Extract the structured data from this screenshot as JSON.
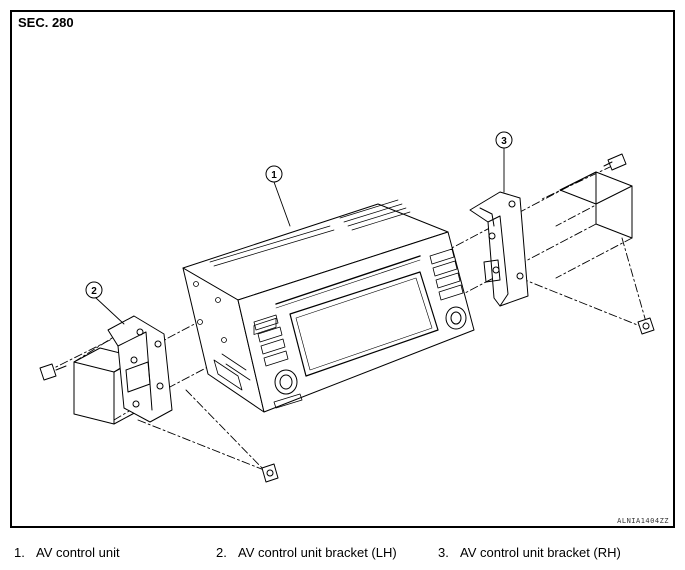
{
  "section": "SEC. 280",
  "drawing_code": "ALNIA1404ZZ",
  "callouts": [
    {
      "num": "1",
      "part": "av-control-unit"
    },
    {
      "num": "2",
      "part": "bracket-lh"
    },
    {
      "num": "3",
      "part": "bracket-rh"
    }
  ],
  "legend": [
    {
      "num": "1.",
      "label": "AV control unit"
    },
    {
      "num": "2.",
      "label": "AV control unit bracket (LH)"
    },
    {
      "num": "3.",
      "label": "AV control unit bracket (RH)"
    }
  ],
  "colors": {
    "line": "#000000",
    "background": "#ffffff"
  }
}
